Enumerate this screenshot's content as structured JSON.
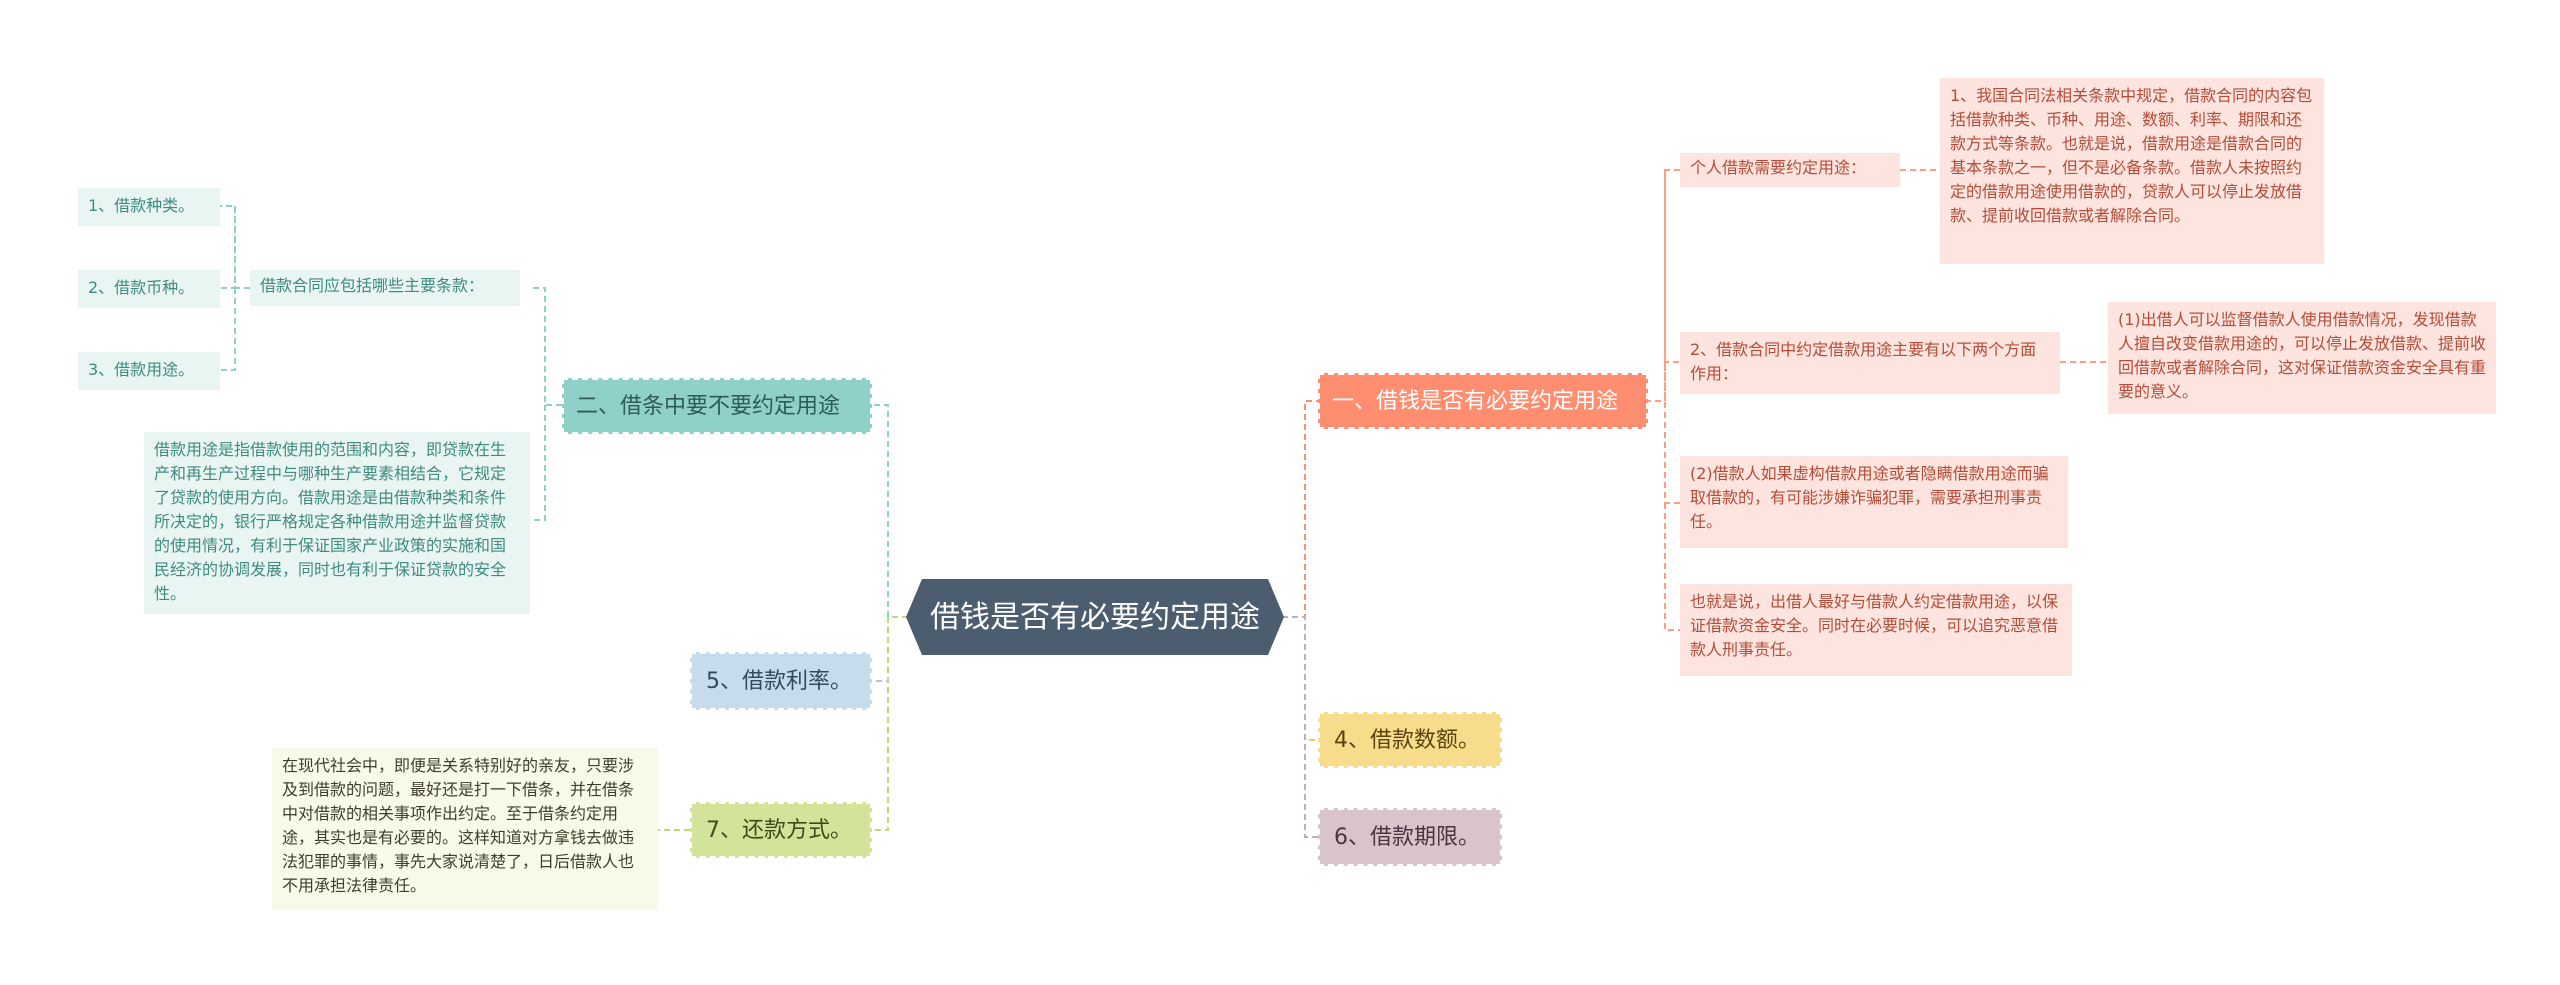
{
  "root": {
    "label": "借钱是否有必要约定用途"
  },
  "branch_necessity": {
    "label": "一、借钱是否有必要约定用途",
    "personal_loan": {
      "label": "个人借款需要约定用途：",
      "detail": "1、我国合同法相关条款中规定，借款合同的内容包括借款种类、币种、用途、数额、利率、期限和还款方式等条款。也就是说，借款用途是借款合同的基本条款之一，但不是必备条款。借款人未按照约定的借款用途使用借款的，贷款人可以停止发放借款、提前收回借款或者解除合同。"
    },
    "two_functions": {
      "label": "2、借款合同中约定借款用途主要有以下两个方面作用：",
      "function_1": "(1)出借人可以监督借款人使用借款情况，发现借款人擅自改变借款用途的，可以停止发放借款、提前收回借款或者解除合同，这对保证借款资金安全具有重要的意义。",
      "function_2": "(2)借款人如果虚构借款用途或者隐瞒借款用途而骗取借款的，有可能涉嫌诈骗犯罪，需要承担刑事责任。"
    },
    "conclusion": "也就是说，出借人最好与借款人约定借款用途，以保证借款资金安全。同时在必要时候，可以追究恶意借款人刑事责任。"
  },
  "branch_iou": {
    "label": "二、借条中要不要约定用途",
    "main_clauses": {
      "label": "借款合同应包括哪些主要条款：",
      "items": [
        "1、借款种类。",
        "2、借款币种。",
        "3、借款用途。"
      ]
    },
    "purpose_definition": "借款用途是指借款使用的范围和内容，即贷款在生产和再生产过程中与哪种生产要素相结合，它规定了贷款的使用方向。借款用途是由借款种类和条件所决定的，银行严格规定各种借款用途并监督贷款的使用情况，有利于保证国家产业政策的实施和国民经济的协调发展，同时也有利于保证贷款的安全性。"
  },
  "branch_amount": {
    "label": "4、借款数额。"
  },
  "branch_rate": {
    "label": "5、借款利率。"
  },
  "branch_term": {
    "label": "6、借款期限。"
  },
  "branch_repayment": {
    "label": "7、还款方式。",
    "note": "在现代社会中，即便是关系特别好的亲友，只要涉及到借款的问题，最好还是打一下借条，并在借条中对借款的相关事项作出约定。至于借条约定用途，其实也是有必要的。这样知道对方拿钱去做违法犯罪的事情，事先大家说清楚了，日后借款人也不用承担法律责任。"
  },
  "colors": {
    "root": "#4b5d6f",
    "necessity": "#ff8d70",
    "iou": "#8fd0c8",
    "rate": "#c6dcec",
    "repayment": "#d4e39a",
    "amount": "#f6dc8b",
    "term": "#d9c4cc"
  }
}
